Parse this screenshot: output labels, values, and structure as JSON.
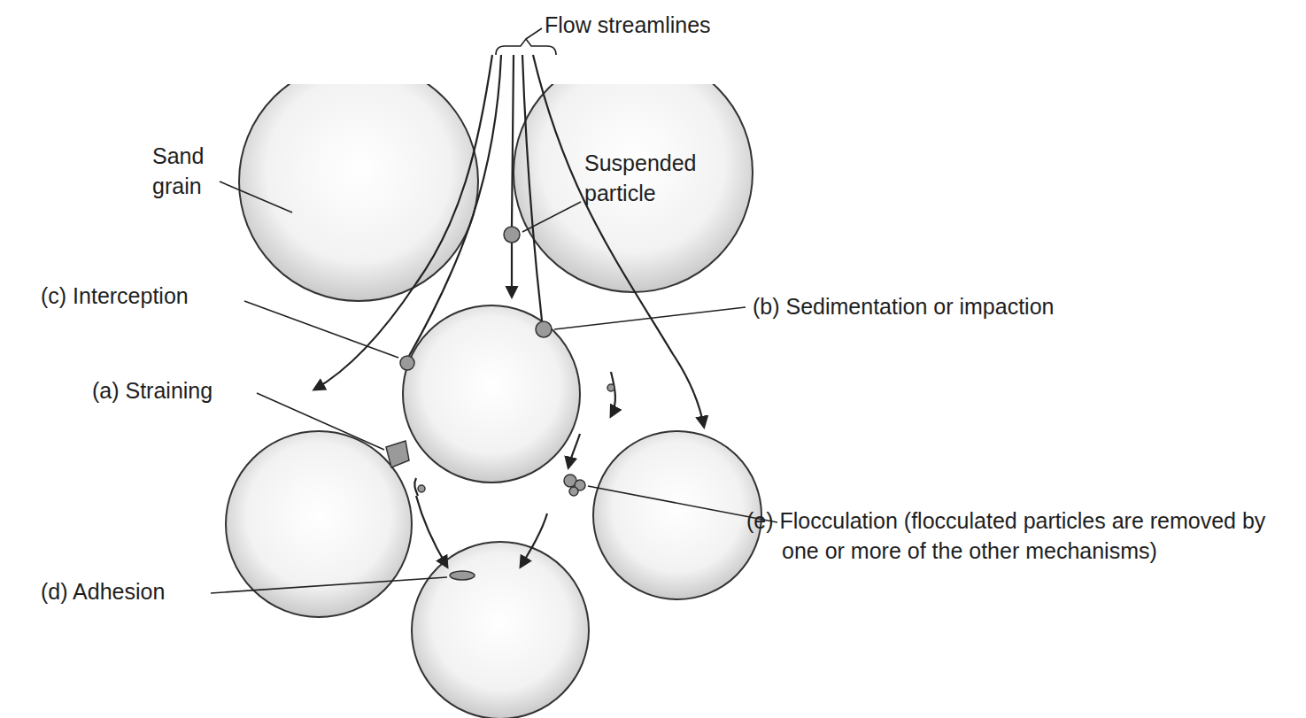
{
  "diagram": {
    "labels": [
      "Flow streamlines",
      "Sand grain",
      "Suspended particle",
      "(c) Interception",
      "(b) Sedimentation or impaction",
      "(a) Straining",
      "(e) Flocculation (flocculated particles are removed by one or more of the other mechanisms)",
      "(d) Adhesion"
    ]
  }
}
